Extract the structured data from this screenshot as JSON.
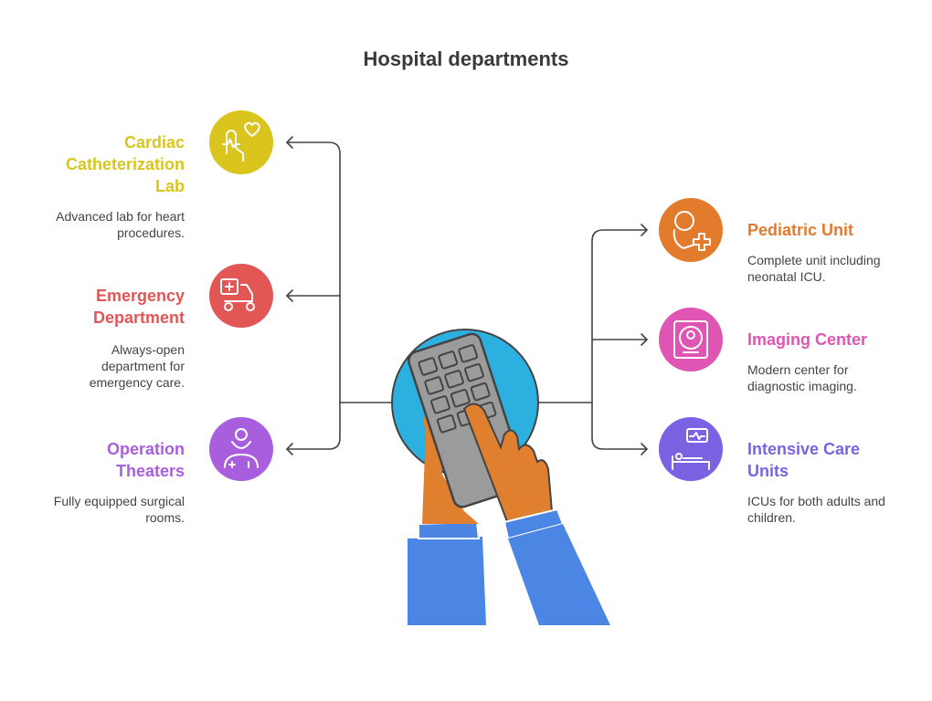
{
  "title": "Hospital departments",
  "colors": {
    "connector": "#444444",
    "yellow": "#d9c51d",
    "red": "#e25656",
    "purple": "#a95fdd",
    "orange": "#e27b2c",
    "pink": "#df55b4",
    "violet": "#7b62e3",
    "hand_skin": "#e07f2e",
    "sleeve": "#4b86e4",
    "device": "#9b9b9b",
    "bubble": "#2bb0df"
  },
  "left": [
    {
      "id": "cardiac",
      "title": "Cardiac Catheterization Lab",
      "title_lines": [
        "Cardiac",
        "Catheterization",
        "Lab"
      ],
      "description_lines": [
        "Advanced lab for heart",
        "procedures."
      ],
      "icon": "heart-hand-icon",
      "color": "#d9c51d"
    },
    {
      "id": "emergency",
      "title": "Emergency Department",
      "title_lines": [
        "Emergency",
        "Department"
      ],
      "description_lines": [
        "Always-open",
        "department for",
        "emergency care."
      ],
      "icon": "ambulance-icon",
      "color": "#e25656"
    },
    {
      "id": "operation",
      "title": "Operation Theaters",
      "title_lines": [
        "Operation",
        "Theaters"
      ],
      "description_lines": [
        "Fully equipped surgical",
        "rooms."
      ],
      "icon": "surgeon-icon",
      "color": "#a95fdd"
    }
  ],
  "right": [
    {
      "id": "pediatric",
      "title": "Pediatric Unit",
      "title_lines": [
        "Pediatric Unit"
      ],
      "description_lines": [
        "Complete unit including",
        "neonatal ICU."
      ],
      "icon": "baby-icon",
      "color": "#e27b2c"
    },
    {
      "id": "imaging",
      "title": "Imaging Center",
      "title_lines": [
        "Imaging Center"
      ],
      "description_lines": [
        "Modern center for",
        "diagnostic imaging."
      ],
      "icon": "mri-scanner-icon",
      "color": "#df55b4"
    },
    {
      "id": "icu",
      "title": "Intensive Care Units",
      "title_lines": [
        "Intensive Care",
        "Units"
      ],
      "description_lines": [
        "ICUs for both adults and",
        "children."
      ],
      "icon": "hospital-bed-icon",
      "color": "#7b62e3"
    }
  ]
}
